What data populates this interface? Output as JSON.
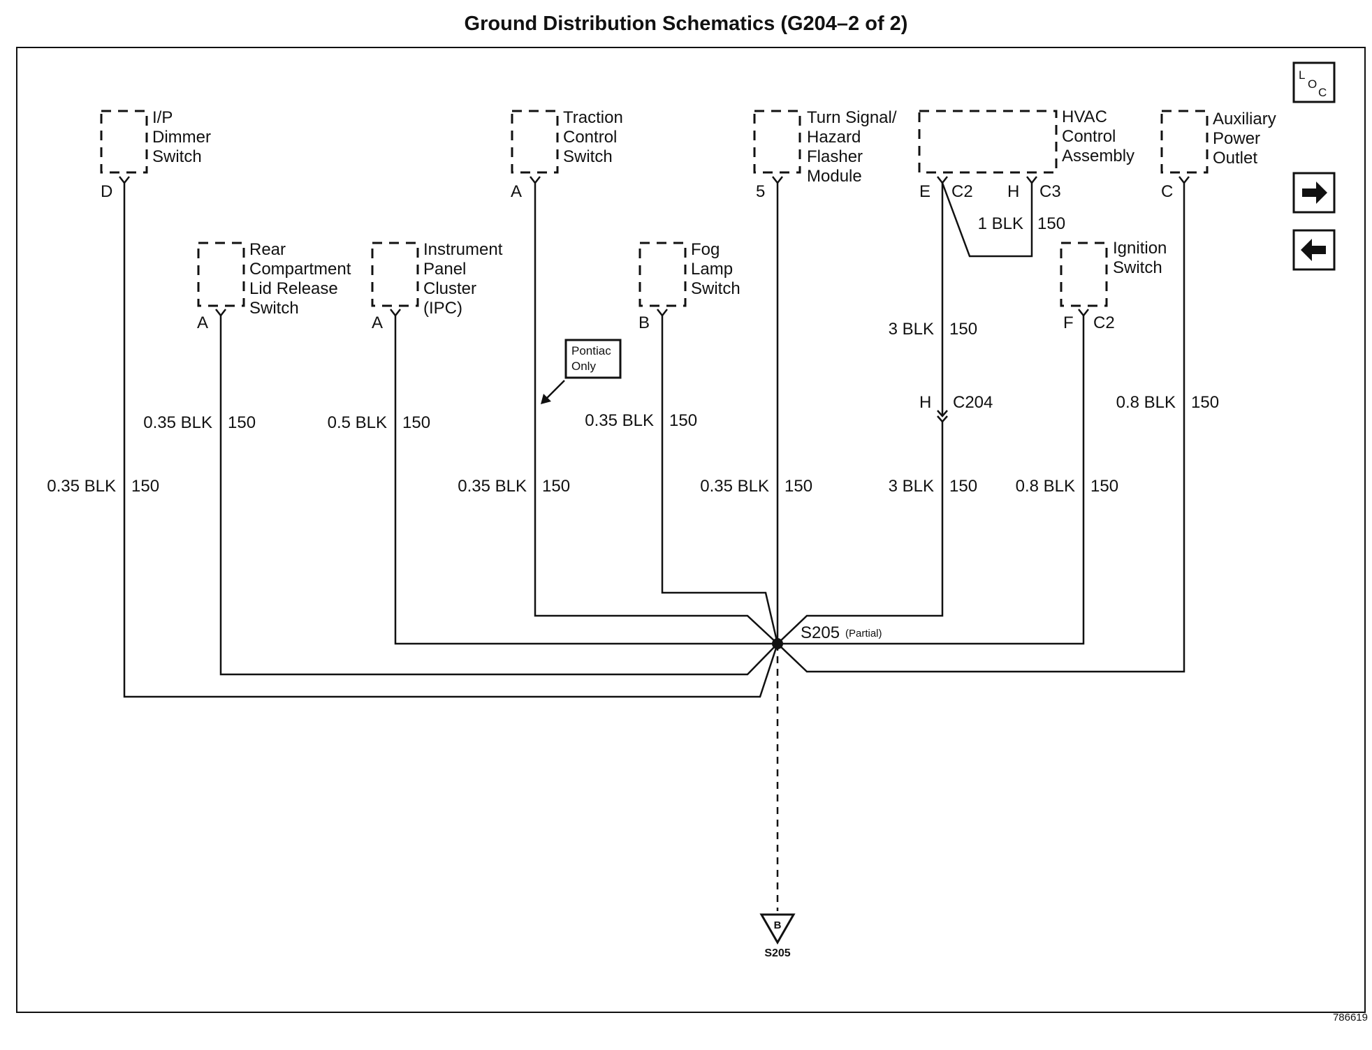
{
  "title": "Ground Distribution Schematics (G204–2 of 2)",
  "doc_id": "786619",
  "loc_icon": {
    "l": "L",
    "o": "O",
    "c": "C"
  },
  "nav": {
    "next_icon": "right-arrow-icon",
    "prev_icon": "left-arrow-icon"
  },
  "components": {
    "ip_dimmer": [
      "I/P",
      "Dimmer",
      "Switch"
    ],
    "rear_compartment": [
      "Rear",
      "Compartment",
      "Lid Release",
      "Switch"
    ],
    "ipc": [
      "Instrument",
      "Panel",
      "Cluster",
      "(IPC)"
    ],
    "traction": [
      "Traction",
      "Control",
      "Switch"
    ],
    "fog": [
      "Fog",
      "Lamp",
      "Switch"
    ],
    "turn_signal": [
      "Turn Signal/",
      "Hazard",
      "Flasher",
      "Module"
    ],
    "hvac": [
      "HVAC",
      "Control",
      "Assembly"
    ],
    "ignition": [
      "Ignition",
      "Switch"
    ],
    "aux_power": [
      "Auxiliary",
      "Power",
      "Outlet"
    ]
  },
  "pins": {
    "ip_dimmer": "D",
    "rear_compartment": "A",
    "ipc": "A",
    "traction": "A",
    "fog": "B",
    "turn_signal": "5",
    "hvac_e": "E",
    "hvac_e_conn": "C2",
    "hvac_h": "H",
    "hvac_h_conn": "C3",
    "ignition": "F",
    "ignition_conn": "C2",
    "aux_power": "C",
    "c204_pin": "H",
    "c204_conn": "C204"
  },
  "wires": {
    "ip_dimmer": {
      "size": "0.35 BLK",
      "circuit": "150"
    },
    "rear_compartment": {
      "size": "0.35 BLK",
      "circuit": "150"
    },
    "ipc": {
      "size": "0.5 BLK",
      "circuit": "150"
    },
    "traction": {
      "size": "0.35 BLK",
      "circuit": "150"
    },
    "fog": {
      "size": "0.35 BLK",
      "circuit": "150"
    },
    "turn_signal": {
      "size": "0.35 BLK",
      "circuit": "150"
    },
    "hvac_jumper": {
      "size": "1 BLK",
      "circuit": "150"
    },
    "hvac_upper": {
      "size": "3 BLK",
      "circuit": "150"
    },
    "hvac_lower": {
      "size": "3 BLK",
      "circuit": "150"
    },
    "ignition": {
      "size": "0.8 BLK",
      "circuit": "150"
    },
    "aux_power": {
      "size": "0.8 BLK",
      "circuit": "150"
    }
  },
  "splice": {
    "name": "S205",
    "note": "(Partial)"
  },
  "pontiac_note": [
    "Pontiac",
    "Only"
  ],
  "ref_symbol": {
    "letter": "B",
    "label": "S205"
  }
}
